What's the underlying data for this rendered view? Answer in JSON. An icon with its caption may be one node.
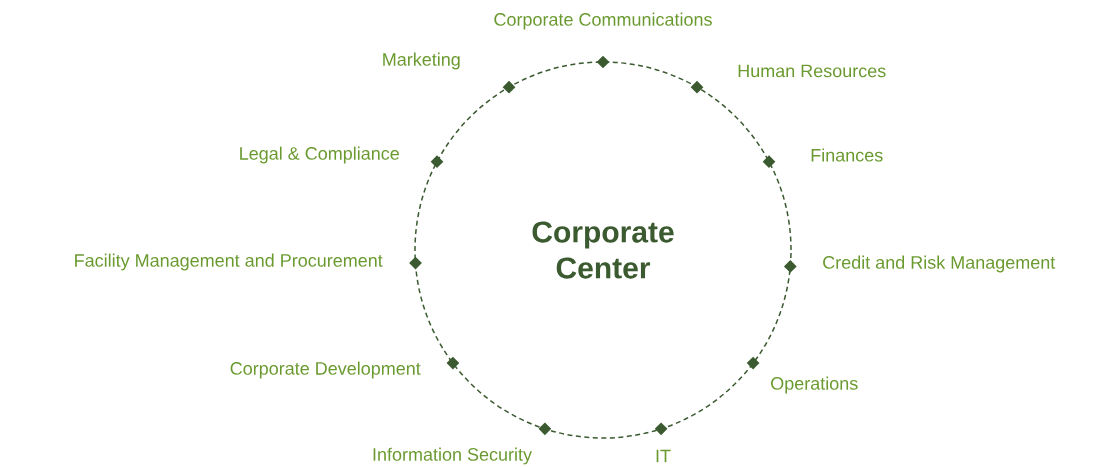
{
  "diagram": {
    "nodes": [
      {
        "text": [
          "Corporate Center"
        ]
      }
    ],
    "labels": [
      "Corporate Communications",
      "Marketing",
      "Human Resources",
      "Legal & Compliance",
      "Finances",
      "Facility Management and Procurement",
      "Credit and Risk Management",
      "Corporate Development",
      "Operations",
      "Information Security",
      "IT"
    ]
  }
}
